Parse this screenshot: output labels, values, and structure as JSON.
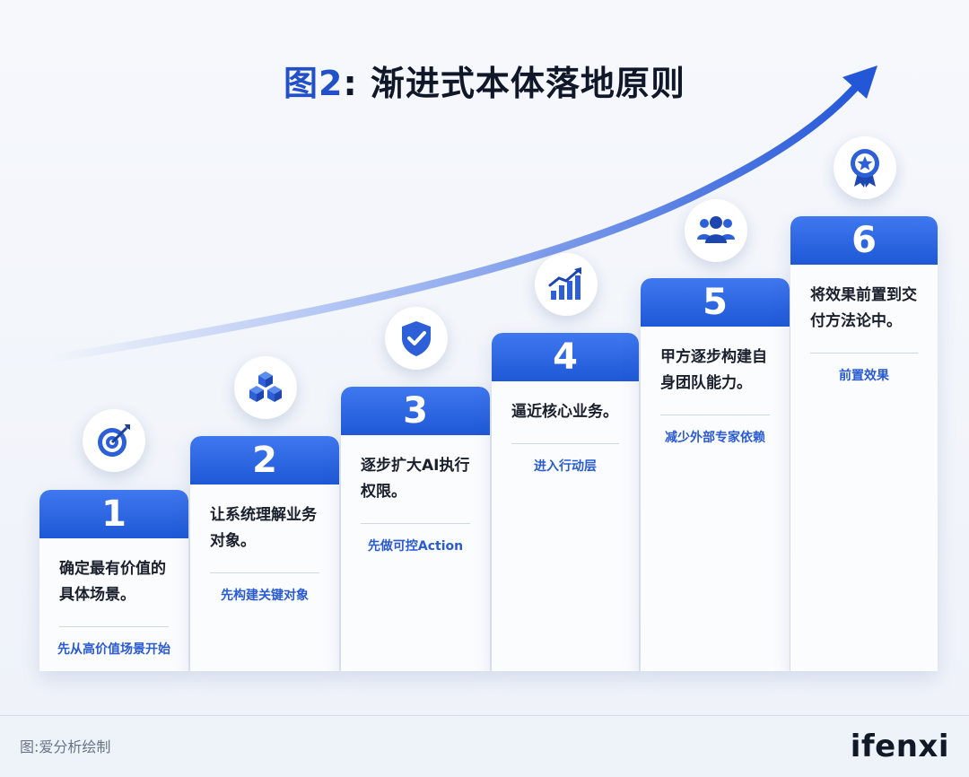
{
  "title": {
    "accent": "图2",
    "rest": ": 渐进式本体落地原则"
  },
  "steps": [
    {
      "number": "1",
      "desc": "确定最有价值的具体场景。",
      "note": "先从高价值场景开始",
      "icon": "target-icon"
    },
    {
      "number": "2",
      "desc": "让系统理解业务对象。",
      "note": "先构建关键对象",
      "icon": "cubes-icon"
    },
    {
      "number": "3",
      "desc": "逐步扩大AI执行权限。",
      "note": "先做可控Action",
      "icon": "shield-check-icon"
    },
    {
      "number": "4",
      "desc": "逼近核心业务。",
      "note": "进入行动层",
      "icon": "growth-chart-icon"
    },
    {
      "number": "5",
      "desc": "甲方逐步构建自身团队能力。",
      "note": "减少外部专家依赖",
      "icon": "team-icon"
    },
    {
      "number": "6",
      "desc": "将效果前置到交付方法论中。",
      "note": "前置效果",
      "icon": "award-badge-icon"
    }
  ],
  "footer": {
    "caption": "图:爱分析绘制",
    "logo": "ifenxi"
  },
  "colors": {
    "accent": "#2150c9",
    "step_head": "#2a62dc",
    "note": "#2a5bd1"
  }
}
